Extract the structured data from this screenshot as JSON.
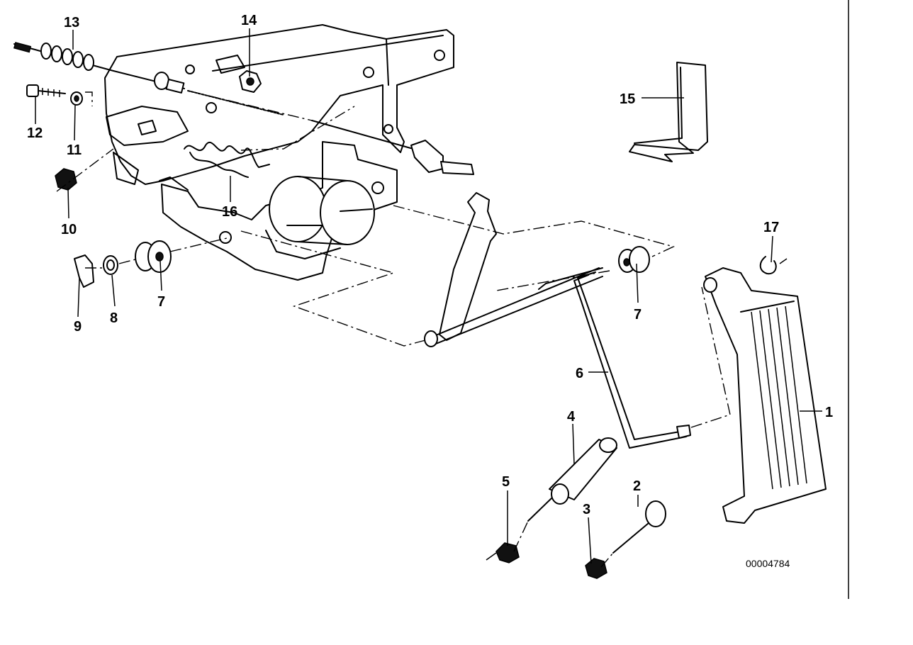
{
  "callouts": {
    "c1": "1",
    "c2": "2",
    "c3": "3",
    "c4": "4",
    "c5": "5",
    "c6": "6",
    "c7a": "7",
    "c7b": "7",
    "c8": "8",
    "c9": "9",
    "c10": "10",
    "c11": "11",
    "c12": "12",
    "c13": "13",
    "c14": "14",
    "c15": "15",
    "c16": "16",
    "c17": "17"
  },
  "diagram_code": "00004784"
}
